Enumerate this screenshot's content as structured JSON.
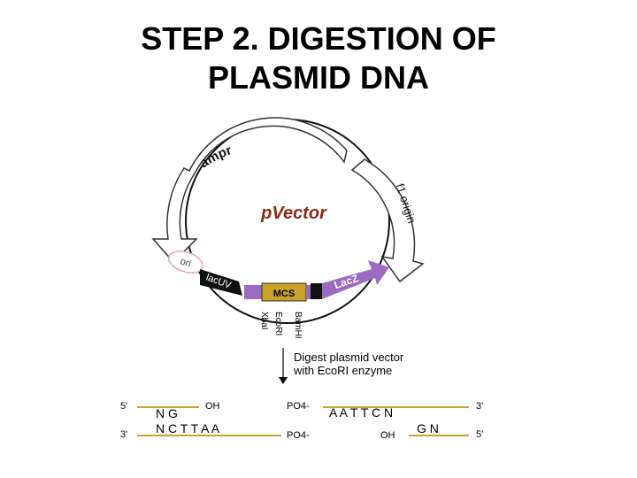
{
  "slide": {
    "title_line1": "STEP 2. DIGESTION OF",
    "title_line2": "PLASMID DNA"
  },
  "plasmid": {
    "name": "pVector",
    "features": {
      "ampr": "ampr",
      "f1_origin": "f1 origin",
      "ori": "ori",
      "lacuv": "lacUV",
      "mcs": "MCS",
      "lacz": "LacZ"
    },
    "sites": [
      "XbaI",
      "EcoRI",
      "BamHI"
    ],
    "colors": {
      "name": "#8b2a12",
      "feature": "#9a6bc0",
      "accent": "#e8a0c8",
      "strand": "#c9a227"
    }
  },
  "step": {
    "line1": "Digest plasmid vector",
    "line2": "with EcoRI enzyme"
  },
  "strands": {
    "left_top_end": "5'",
    "left_top_bases": "N G",
    "left_top_tail": "OH",
    "left_bottom_end": "3'",
    "left_bottom_bases": "N C T T A A",
    "left_bottom_tail": "PO4-",
    "right_top_head": "PO4-",
    "right_top_bases": "A A T T C N",
    "right_top_end": "3'",
    "right_bottom_head": "OH",
    "right_bottom_bases": "G N",
    "right_bottom_end": "5'"
  }
}
